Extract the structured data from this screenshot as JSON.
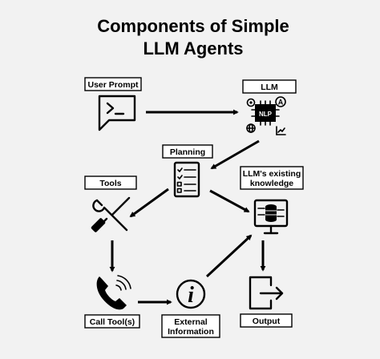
{
  "title": {
    "line1": "Components of Simple",
    "line2": "LLM Agents"
  },
  "nodes": {
    "user_prompt": {
      "label": "User Prompt",
      "icon": "terminal-chat-icon"
    },
    "llm": {
      "label": "LLM",
      "icon": "nlp-chip-icon",
      "chip_text": "NLP",
      "badge_text": "A"
    },
    "planning": {
      "label": "Planning",
      "icon": "checklist-icon"
    },
    "tools": {
      "label": "Tools",
      "icon": "wrench-screwdriver-icon"
    },
    "existing_knowledge": {
      "label_line1": "LLM's existing",
      "label_line2": "knowledge",
      "icon": "database-monitor-icon"
    },
    "call_tools": {
      "label": "Call Tool(s)",
      "icon": "phone-ringing-icon"
    },
    "external_information": {
      "label_line1": "External",
      "label_line2": "Information",
      "icon": "info-icon",
      "glyph": "i"
    },
    "output": {
      "label": "Output",
      "icon": "exit-arrow-icon"
    }
  },
  "edges": [
    {
      "from": "User Prompt",
      "to": "LLM"
    },
    {
      "from": "LLM",
      "to": "Planning"
    },
    {
      "from": "Planning",
      "to": "Tools"
    },
    {
      "from": "Planning",
      "to": "LLM's existing knowledge"
    },
    {
      "from": "Tools",
      "to": "Call Tool(s)"
    },
    {
      "from": "Call Tool(s)",
      "to": "External Information"
    },
    {
      "from": "External Information",
      "to": "LLM's existing knowledge"
    },
    {
      "from": "LLM's existing knowledge",
      "to": "Output"
    }
  ],
  "colors": {
    "background": "#f2f2f2",
    "ink": "#000000",
    "label_fill": "#ffffff"
  }
}
